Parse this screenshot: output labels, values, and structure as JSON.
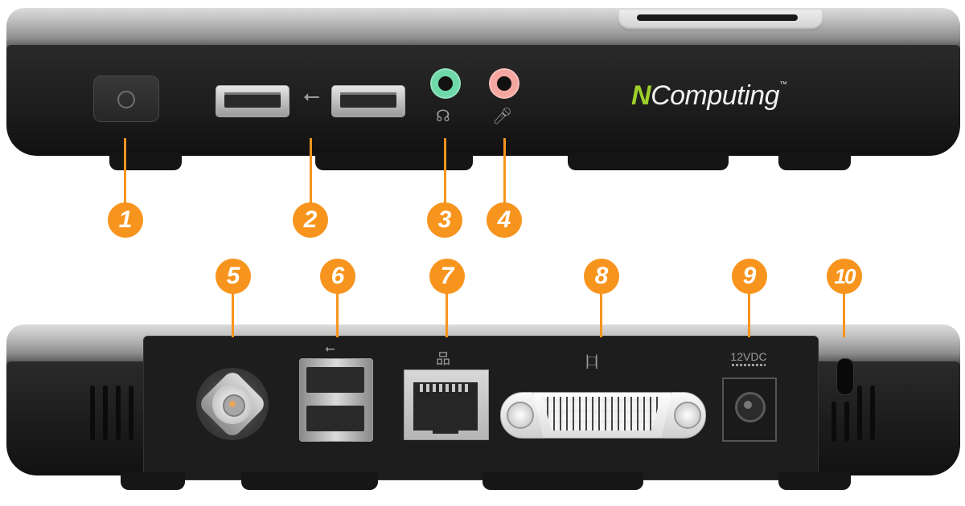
{
  "front": {
    "logo": {
      "prefix": "N",
      "rest": "Computing",
      "trademark": "™"
    },
    "callouts": [
      "1",
      "2",
      "3",
      "4"
    ]
  },
  "back": {
    "power_label": "12VDC",
    "callouts": [
      "5",
      "6",
      "7",
      "8",
      "9",
      "10"
    ]
  },
  "colors": {
    "callout": "#f7941d",
    "headphone_jack": "#6ed8a9",
    "mic_jack": "#f4a7a0",
    "logo_accent": "#9ecf2a"
  },
  "icons": [
    "power-button-icon",
    "usb-icon",
    "headphone-icon",
    "microphone-icon",
    "network-icon",
    "display-icon"
  ]
}
